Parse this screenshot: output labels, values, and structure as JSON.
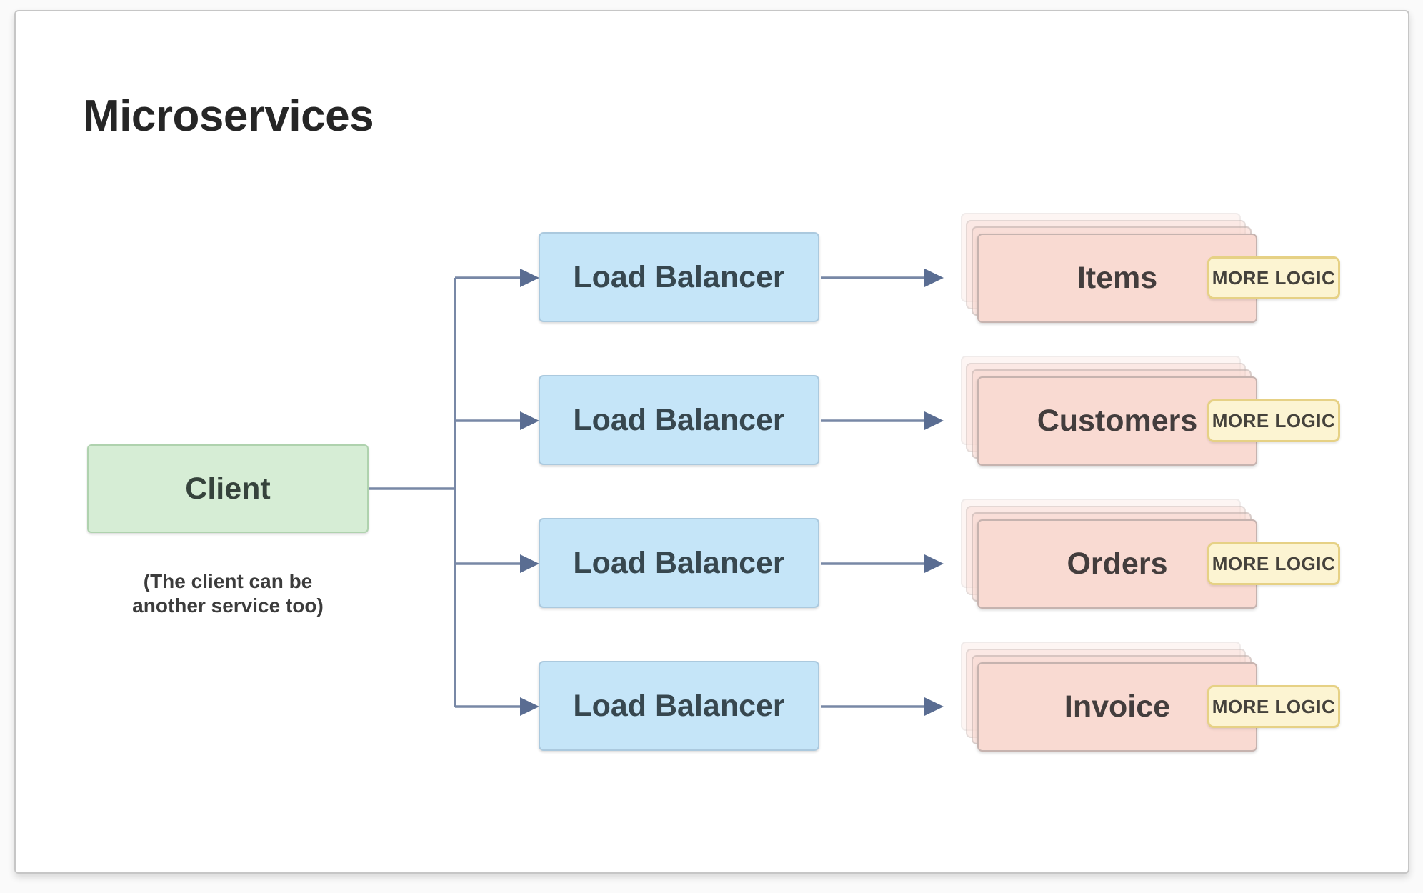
{
  "title": "Microservices",
  "client": {
    "label": "Client",
    "caption": "(The client can be\nanother service too)"
  },
  "rows": [
    {
      "lb_label": "Load Balancer",
      "service_label": "Items",
      "badge_label": "MORE LOGIC"
    },
    {
      "lb_label": "Load Balancer",
      "service_label": "Customers",
      "badge_label": "MORE LOGIC"
    },
    {
      "lb_label": "Load Balancer",
      "service_label": "Orders",
      "badge_label": "MORE LOGIC"
    },
    {
      "lb_label": "Load Balancer",
      "service_label": "Invoice",
      "badge_label": "MORE LOGIC"
    }
  ],
  "colors": {
    "title_color": "#262626",
    "client_fill": "#d6edd5",
    "client_border": "#afd2ae",
    "lb_fill": "#c5e5f8",
    "lb_border": "#abc9de",
    "service_fill": "#f9dad2",
    "service_border": "#c6b3af",
    "badge_fill": "#fcf4d2",
    "badge_border": "#e6d185",
    "connector": "#7888a6",
    "arrowhead": "#5a6d92"
  }
}
